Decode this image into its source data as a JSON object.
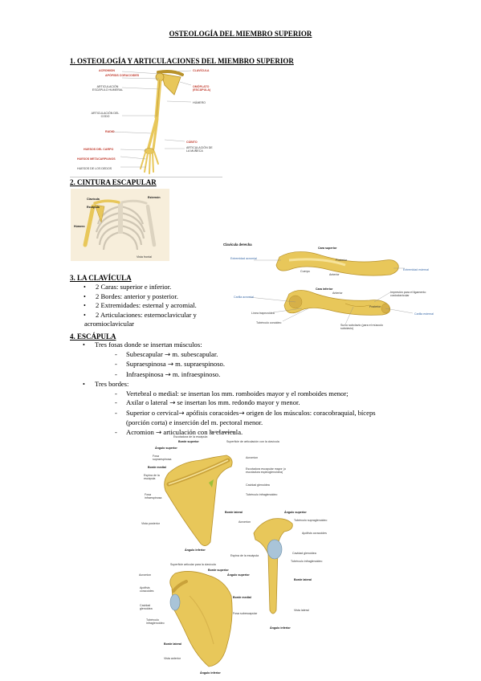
{
  "doc_title": "OSTEOLOGÍA DEL MIEMBRO SUPERIOR",
  "s1": {
    "heading": "1. OSTEOLOGÍA Y ARTICULACIONES DEL MIEMBRO  SUPERIOR",
    "labels_left": [
      "ACROMION",
      "APÓFISIS CORACOIDES",
      "ARTICULACIÓN ESCÁPULO HUMERAL",
      "ARTICULACIÓN DEL CODO",
      "RADIO",
      "HUESOS DEL CARPO",
      "HUESOS METACARPIANOS",
      "HUESOS DE LOS DEDOS"
    ],
    "labels_right": [
      "CLAVÍCULA",
      "OMÓPLATO (ESCÁPULA)",
      "HÚMERO",
      "CÚBITO",
      "ARTICULACIÓN DE LA MUÑECA"
    ]
  },
  "s2": {
    "heading": "2. CINTURA ESCAPULAR",
    "labels": [
      "Clavícula",
      "Escápula",
      "Esternón",
      "Húmero",
      "Vista frontal"
    ]
  },
  "clav_fig": {
    "title": "Clavícula derecha",
    "sup_labels": [
      "Cara superior",
      "Extremidad acromial",
      "Posterior",
      "Extremidad esternal",
      "Cuerpo",
      "Anterior"
    ],
    "inf_labels": [
      "Cara inferior",
      "Anterior",
      "Carilla acromial",
      "Línea trapezoidea",
      "Impresión para el ligamento costoclavicular",
      "Tubérculo conoideo",
      "Surco subclavio (para el músculo subclavio)",
      "Carilla esternal",
      "Posterior"
    ]
  },
  "s3": {
    "heading": "3. LA CLAVÍCULA",
    "items": [
      "2 Caras: superior e inferior.",
      "2 Bordes: anterior y posterior.",
      "2 Extremidades: esternal y acromial.",
      "2 Articulaciones: esternoclavicular y",
      "acromioclavicular"
    ]
  },
  "s4": {
    "heading": "4. ESCÁPULA",
    "bullet1": "Tres fosas donde se insertan músculos:",
    "fosas": [
      {
        "a": "Subescapular",
        "b": "m. subescapular."
      },
      {
        "a": "Supraespinosa",
        "b": "m. supraespinoso."
      },
      {
        "a": "Infraespinosa",
        "b": "m. infraespinoso."
      }
    ],
    "bullet2": "Tres bordes:",
    "bordes": [
      {
        "a": "Vertebral o medial: se insertan los mm. romboides mayor y el romboides menor;"
      },
      {
        "a": "Axilar o lateral",
        "b": "se insertan los mm. redondo mayor y menor."
      },
      {
        "a": "Superior o cervical",
        "b": "apófisis coracoides",
        "c": "origen de los músculos: coracobraquial, bíceps"
      },
      {
        "a": "(porción corta) e  inserción del m. pectoral menor."
      },
      {
        "a": "Acromion",
        "b": "articulación con la clavícula."
      }
    ],
    "arrow": "→"
  },
  "scap_post": {
    "labels": [
      "Apófisis coracoides",
      "Escotadura de la escápula",
      "Borde superior",
      "Superficie de articulación con la clavícula",
      "Ángulo superior",
      "Fosa supraespinosa",
      "Acromion",
      "Borde medial",
      "Escotadura escapular mayor (o escotadura espinoglenoidea)",
      "Espina de la escápula",
      "Cavidad glenoidea",
      "Fosa infraespinosa",
      "Tubérculo infraglenoideo",
      "Borde lateral",
      "Vista posterior",
      "Ángulo inferior"
    ]
  },
  "scap_lat": {
    "labels": [
      "Ángulo superior",
      "Tubérculo supraglenoideo",
      "Acromion",
      "Apófisis coracoides",
      "Cavidad glenoidea",
      "Espina de la escápula",
      "Tubérculo infraglenoideo",
      "Borde lateral",
      "Vista lateral",
      "Ángulo inferior"
    ]
  },
  "scap_ant": {
    "labels": [
      "Superficie articular para la clavícula",
      "Borde superior",
      "Acromion",
      "Ángulo superior",
      "Apófisis coracoides",
      "Borde medial",
      "Cavidad glenoidea",
      "Fosa subescapular",
      "Tubérculo infraglenoideo",
      "Borde lateral",
      "Vista anterior",
      "Ángulo inferior"
    ]
  },
  "colors": {
    "bone": "#e8c75a",
    "bone_dark": "#b8922a",
    "bone_light": "#f6e39a",
    "red_label": "#c0392b"
  }
}
